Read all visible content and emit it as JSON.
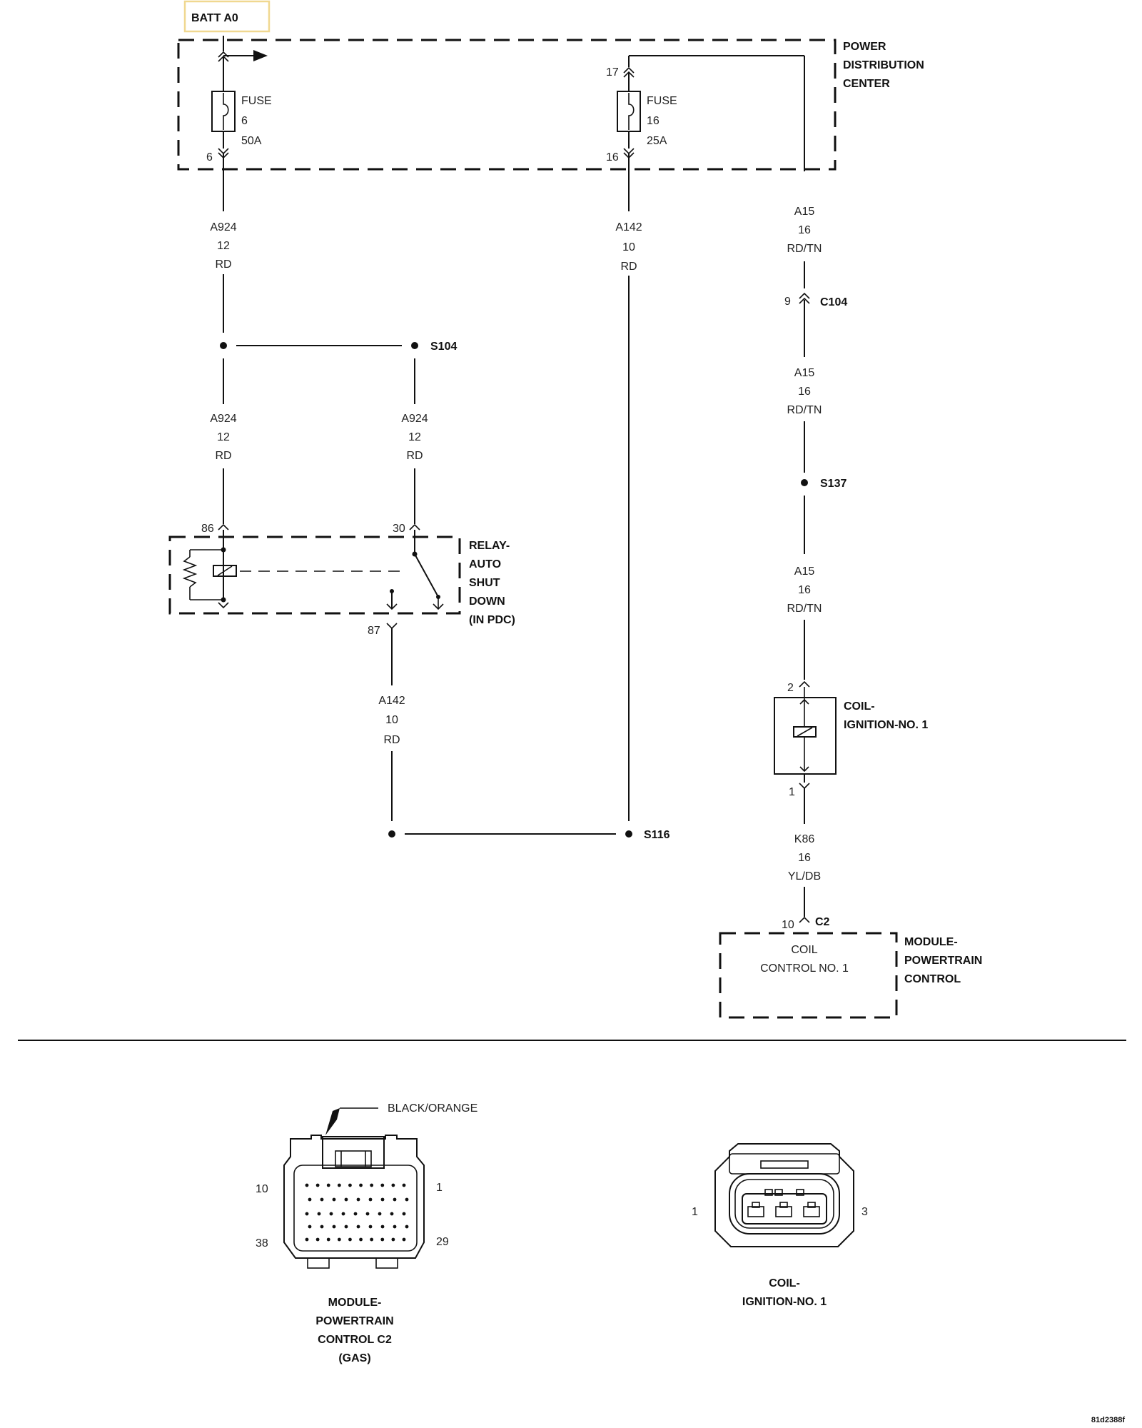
{
  "batt": "BATT A0",
  "pdc": {
    "line1": "POWER",
    "line2": "DISTRIBUTION",
    "line3": "CENTER"
  },
  "fuse6": {
    "label": "FUSE",
    "number": "6",
    "rating": "50A",
    "pin": "6"
  },
  "fuse16": {
    "label": "FUSE",
    "number": "16",
    "rating": "25A",
    "pin_top": "17",
    "pin_bottom": "16"
  },
  "wire_a924_top": {
    "circuit": "A924",
    "gauge": "12",
    "color": "RD"
  },
  "wire_a142_right": {
    "circuit": "A142",
    "gauge": "10",
    "color": "RD"
  },
  "wire_a15_1": {
    "circuit": "A15",
    "gauge": "16",
    "color": "RD/TN"
  },
  "c104": {
    "pin": "9",
    "name": "C104"
  },
  "wire_a15_2": {
    "circuit": "A15",
    "gauge": "16",
    "color": "RD/TN"
  },
  "s137": "S137",
  "wire_a15_3": {
    "circuit": "A15",
    "gauge": "16",
    "color": "RD/TN"
  },
  "s104": "S104",
  "wire_a924_left": {
    "circuit": "A924",
    "gauge": "12",
    "color": "RD"
  },
  "wire_a924_right": {
    "circuit": "A924",
    "gauge": "12",
    "color": "RD"
  },
  "relay": {
    "pin86": "86",
    "pin30": "30",
    "pin87": "87",
    "line1": "RELAY-",
    "line2": "AUTO",
    "line3": "SHUT",
    "line4": "DOWN",
    "line5": "(IN PDC)"
  },
  "wire_a142_bottom": {
    "circuit": "A142",
    "gauge": "10",
    "color": "RD"
  },
  "s116": "S116",
  "coil": {
    "pin2": "2",
    "pin1": "1",
    "line1": "COIL-",
    "line2": "IGNITION-NO. 1"
  },
  "wire_k86": {
    "circuit": "K86",
    "gauge": "16",
    "color": "YL/DB"
  },
  "c2": {
    "pin": "10",
    "name": "C2"
  },
  "pcm": {
    "func1": "COIL",
    "func2": "CONTROL NO. 1",
    "line1": "MODULE-",
    "line2": "POWERTRAIN",
    "line3": "CONTROL"
  },
  "connector_pcm": {
    "color_label": "BLACK/ORANGE",
    "pin_10": "10",
    "pin_1": "1",
    "pin_38": "38",
    "pin_29": "29",
    "title1": "MODULE-",
    "title2": "POWERTRAIN",
    "title3": "CONTROL C2",
    "title4": "(GAS)"
  },
  "connector_coil": {
    "pin_1": "1",
    "pin_3": "3",
    "title1": "COIL-",
    "title2": "IGNITION-NO. 1"
  },
  "figure_id": "81d2388f",
  "colors": {
    "highlight_box": "#f0d890",
    "ink": "#111111"
  }
}
